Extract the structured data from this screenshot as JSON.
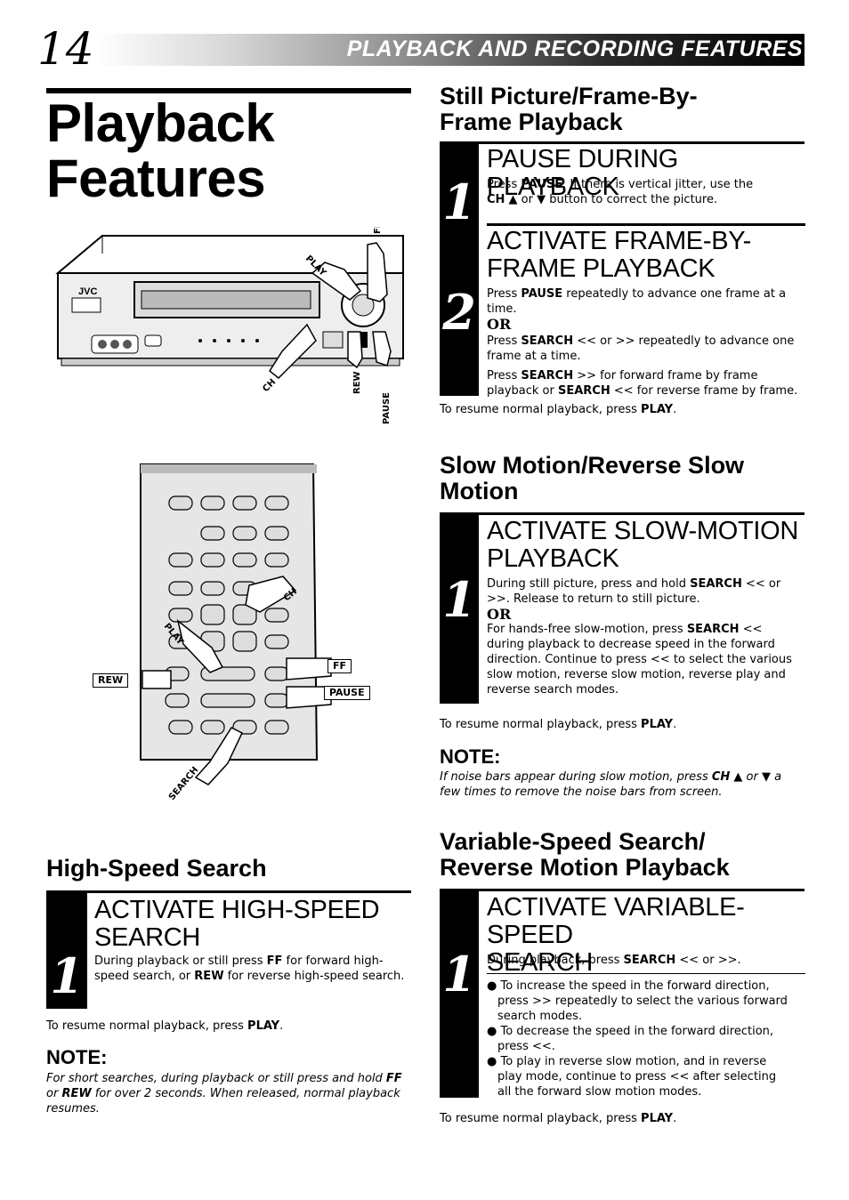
{
  "header": {
    "page_number": "14",
    "section_title": "PLAYBACK AND RECORDING FEATURES"
  },
  "main_title": {
    "line1": "Playback",
    "line2": "Features"
  },
  "vcr_illustration": {
    "brand": "JVC",
    "labels": {
      "play": "PLAY",
      "ff": "FF",
      "rew": "REW",
      "pause": "PAUSE",
      "ch": "CH"
    }
  },
  "remote_illustration": {
    "labels": {
      "play": "PLAY",
      "ch": "CH",
      "rew": "REW",
      "ff": "FF",
      "pause": "PAUSE",
      "search": "SEARCH"
    }
  },
  "high_speed": {
    "heading": "High-Speed Search",
    "step1": {
      "number": "1",
      "title_l1": "ACTIVATE HIGH-SPEED",
      "title_l2": "SEARCH",
      "text_a": "During playback or still press ",
      "bold_a": "FF",
      "text_b": " for forward high-speed search, or ",
      "bold_b": "REW",
      "text_c": " for reverse high-speed search."
    },
    "resume_text": "To resume normal playback, press ",
    "resume_bold": "PLAY",
    "resume_end": ".",
    "note_heading": "NOTE:",
    "note_a": "For short searches, during playback or still press and hold ",
    "note_b1": "FF",
    "note_mid": " or ",
    "note_b2": "REW",
    "note_c": " for over 2 seconds. When released, normal playback resumes."
  },
  "still_picture": {
    "heading_l1": "Still Picture/Frame-By-",
    "heading_l2": "Frame Playback",
    "step1": {
      "number": "1",
      "title": "PAUSE DURING PLAYBACK",
      "t1": "Press ",
      "b1": "PAUSE",
      "t2": ". If there is vertical jitter, use the",
      "b2": "CH",
      "t3": " ▲ or ▼ button to correct the picture."
    },
    "step2": {
      "number": "2",
      "title_l1": "ACTIVATE FRAME-BY-",
      "title_l2": "FRAME PLAYBACK",
      "p1_a": "Press ",
      "p1_b": "PAUSE",
      "p1_c": " repeatedly to advance one frame at a time.",
      "or": "OR",
      "p2_a": "Press ",
      "p2_b": "SEARCH",
      "p2_c": " << or >> repeatedly to advance one frame at a time.",
      "p3_a": "Press ",
      "p3_b": "SEARCH",
      "p3_c": " >> for forward frame by frame playback or ",
      "p3_d": "SEARCH",
      "p3_e": " << for reverse frame by frame."
    },
    "resume_text": "To resume normal playback, press ",
    "resume_bold": "PLAY",
    "resume_end": "."
  },
  "slow_motion": {
    "heading_l1": "Slow Motion/Reverse Slow",
    "heading_l2": "Motion",
    "step1": {
      "number": "1",
      "title_l1": "ACTIVATE SLOW-MOTION",
      "title_l2": "PLAYBACK",
      "p1_a": "During still picture, press and hold ",
      "p1_b": "SEARCH",
      "p1_c": " << or >>. Release to return to still picture.",
      "or": "OR",
      "p2_a": "For hands-free slow-motion, press ",
      "p2_b": "SEARCH",
      "p2_c": " << during playback to decrease speed in the forward direction. Continue to press << to select the various slow motion, reverse slow motion, reverse play and reverse search modes."
    },
    "resume_text": "To resume normal playback, press ",
    "resume_bold": "PLAY",
    "resume_end": ".",
    "note_heading": "NOTE:",
    "note_a": "If noise bars appear during slow motion, press ",
    "note_b": "CH",
    "note_c": " ▲ or ▼ a few times to remove the noise bars from screen."
  },
  "variable_speed": {
    "heading_l1": "Variable-Speed Search/",
    "heading_l2": "Reverse Motion Playback",
    "step1": {
      "number": "1",
      "title_l1": "ACTIVATE VARIABLE-SPEED",
      "title_l2": "SEARCH",
      "p1_a": "During playback, press ",
      "p1_b": "SEARCH",
      "p1_c": " << or >>.",
      "bullets": [
        "To increase the speed in the forward direction, press >> repeatedly to select the various forward search modes.",
        "To decrease the speed in the forward direction, press <<.",
        "To play in reverse slow motion, and in reverse play mode, continue to press << after selecting all the forward slow motion modes."
      ]
    },
    "resume_text": "To resume normal playback, press ",
    "resume_bold": "PLAY",
    "resume_end": "."
  }
}
